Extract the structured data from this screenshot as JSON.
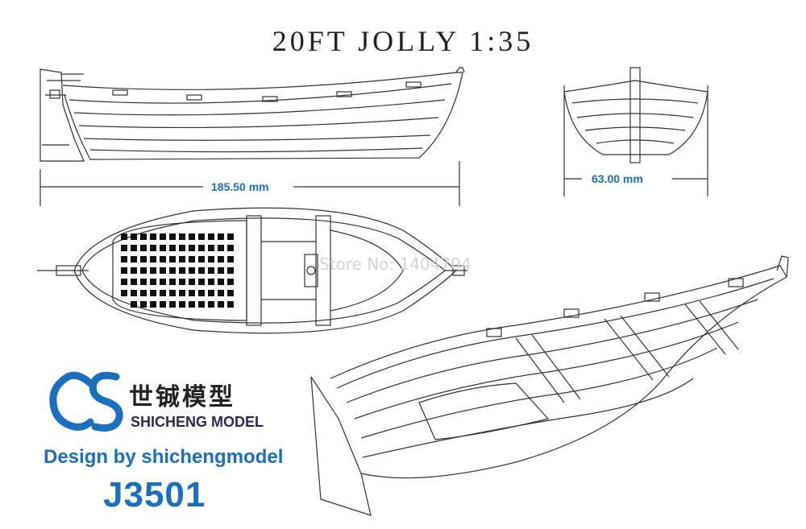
{
  "title": "20FT  JOLLY  1:35",
  "dimensions": {
    "length": "185.50 mm",
    "beam": "63.00 mm"
  },
  "watermark": "Store No: 1404704",
  "brand": {
    "logo_letters": "CS",
    "name_cn": "世铖模型",
    "name_en": "SHICHENG MODEL",
    "design_credit": "Design by shichengmodel",
    "product_code": "J3501"
  },
  "colors": {
    "accent_blue": "#1a6fc0",
    "line": "#333333"
  }
}
